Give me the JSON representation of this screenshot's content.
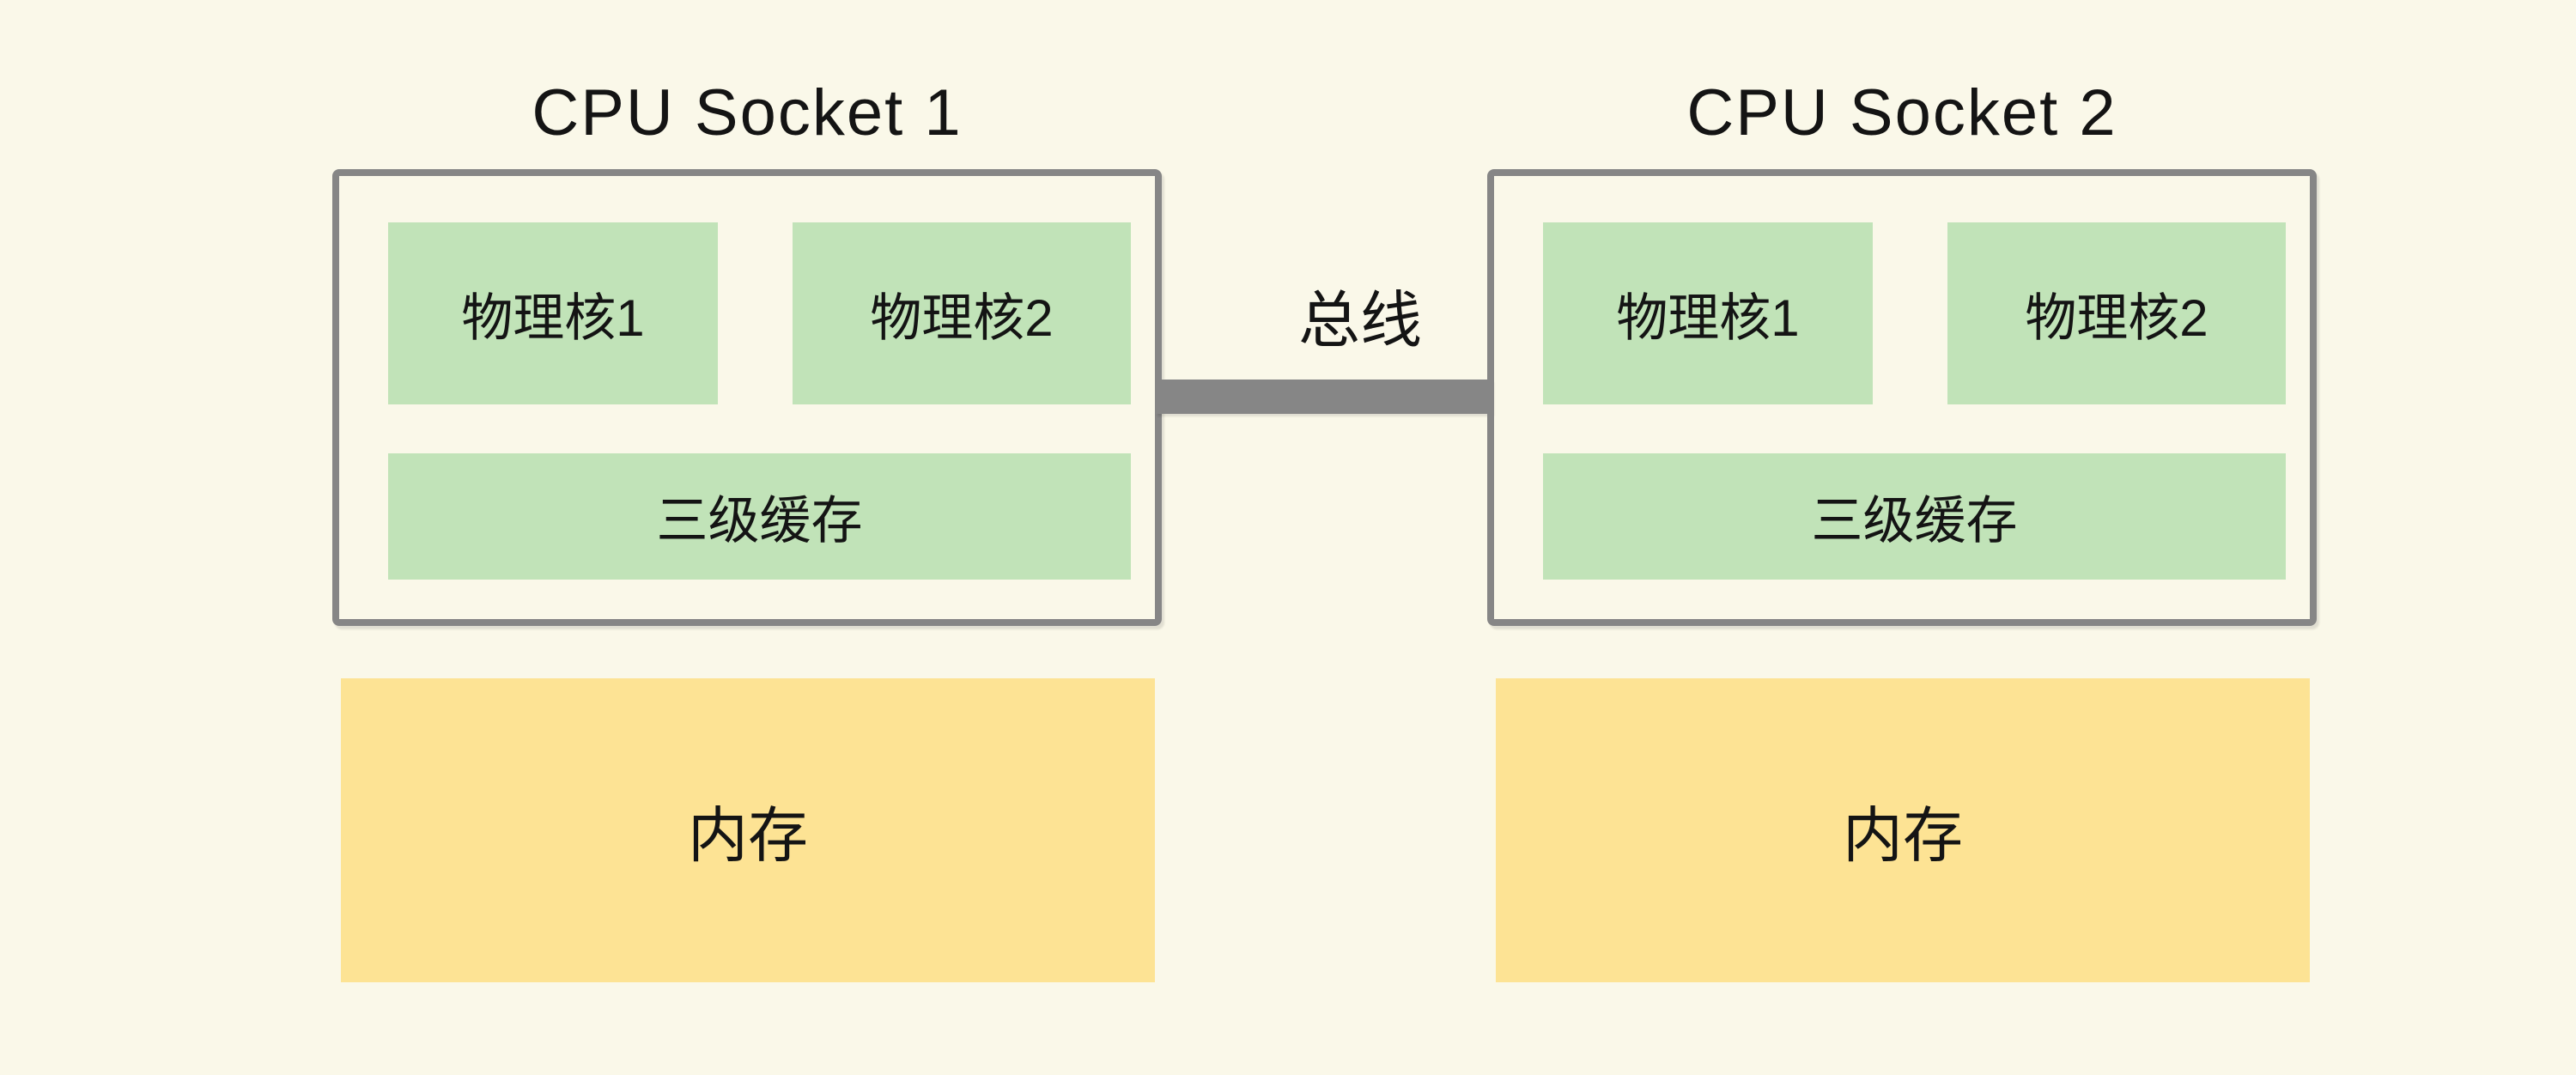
{
  "colors": {
    "bg": "#FAF8E9",
    "green": "#C1E3B8",
    "yellow": "#FDE394",
    "gray": "#868686",
    "ink": "#141414"
  },
  "bus": {
    "label": "总线"
  },
  "sockets": [
    {
      "title": "CPU Socket 1",
      "cores": [
        {
          "label": "物理核1"
        },
        {
          "label": "物理核2"
        }
      ],
      "cache": {
        "label": "三级缓存"
      },
      "memory": {
        "label": "内存"
      }
    },
    {
      "title": "CPU Socket 2",
      "cores": [
        {
          "label": "物理核1"
        },
        {
          "label": "物理核2"
        }
      ],
      "cache": {
        "label": "三级缓存"
      },
      "memory": {
        "label": "内存"
      }
    }
  ]
}
